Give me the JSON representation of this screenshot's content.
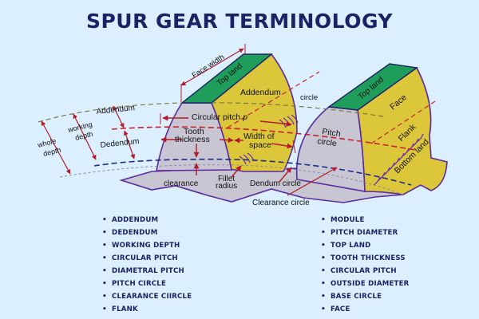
{
  "title": "SPUR GEAR TERMINOLOGY",
  "colors": {
    "background": "#dcefff",
    "title": "#1b2266",
    "top_land": "#1e9e5a",
    "face_flank": "#dcc73a",
    "tooth_body": "#c9c6d3",
    "outline": "#5a2a9e",
    "arrow": "#b01c2a",
    "pitch_line": "#c8202a",
    "dedendum_line": "#1b2d8a",
    "addendum_line": "#7a7a40"
  },
  "diagram": {
    "labels": {
      "face_width": "Face width",
      "top_land_1": "Top land",
      "top_land_2": "Top land",
      "addendum_face": "Addendum",
      "addendum_circle": "circle",
      "face": "Face",
      "flank": "Flank",
      "bottom_land": "Bottom land",
      "addendum": "Addendum",
      "dedendum": "Dedendum",
      "working_depth_1": "working",
      "working_depth_2": "depth",
      "whole_depth_1": "whole",
      "whole_depth_2": "depth",
      "circular_pitch": "Circular pitch",
      "circular_pitch_symbol": "p",
      "tooth_thickness_1": "Tooth",
      "tooth_thickness_2": "thickness",
      "width_of_space_1": "Width of",
      "width_of_space_2": "space",
      "pitch_circle_1": "Pitch",
      "pitch_circle_2": "circle",
      "clearance": "clearance",
      "fillet_radius_1": "Fillet",
      "fillet_radius_2": "radius",
      "dendum_circle": "Dendum circle",
      "clearance_circle": "Clearance circle"
    }
  },
  "terms": {
    "left": [
      "ADDENDUM",
      "DEDENDUM",
      "WORKING DEPTH",
      "CIRCULAR PITCH",
      "DIAMETRAL PITCH",
      "PITCH CIRCLE",
      "CLEARANCE CIIRCLE",
      "FLANK"
    ],
    "right": [
      "MODULE",
      "PITCH DIAMETER",
      "TOP LAND",
      "TOOTH THICKNESS",
      "CIRCULAR PITCH",
      "OUTSIDE DIAMETER",
      "BASE CIRCLE",
      "FACE"
    ],
    "bullet": "•"
  }
}
